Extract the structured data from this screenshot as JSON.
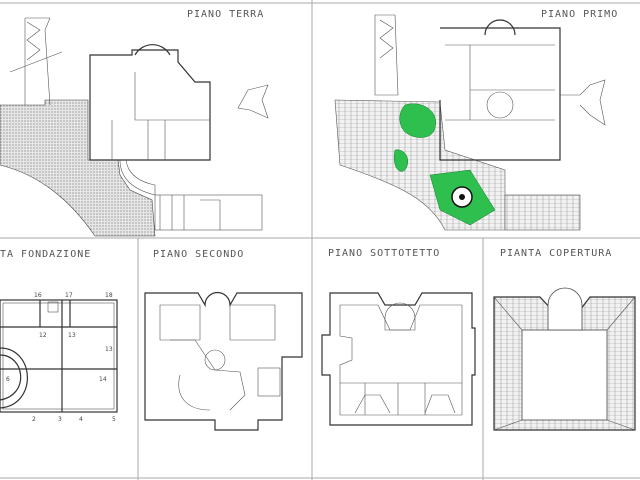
{
  "sheet": {
    "panels": [
      {
        "id": "piano-terra",
        "title": "PIANO TERRA"
      },
      {
        "id": "piano-primo",
        "title": "PIANO PRIMO"
      },
      {
        "id": "pianta-fondazione",
        "title": "TA FONDAZIONE"
      },
      {
        "id": "piano-secondo",
        "title": "PIANO SECONDO"
      },
      {
        "id": "piano-sottotetto",
        "title": "PIANO SOTTOTETTO"
      },
      {
        "id": "pianta-copertura",
        "title": "PIANTA COPERTURA"
      }
    ],
    "fondazione_axis_labels": [
      "16",
      "17",
      "18",
      "12",
      "13",
      "13",
      "14",
      "6",
      "2",
      "3",
      "4",
      "5"
    ]
  },
  "colors": {
    "lines": "#333333",
    "vegetation": "#2fbf4f",
    "background": "#ffffff"
  }
}
